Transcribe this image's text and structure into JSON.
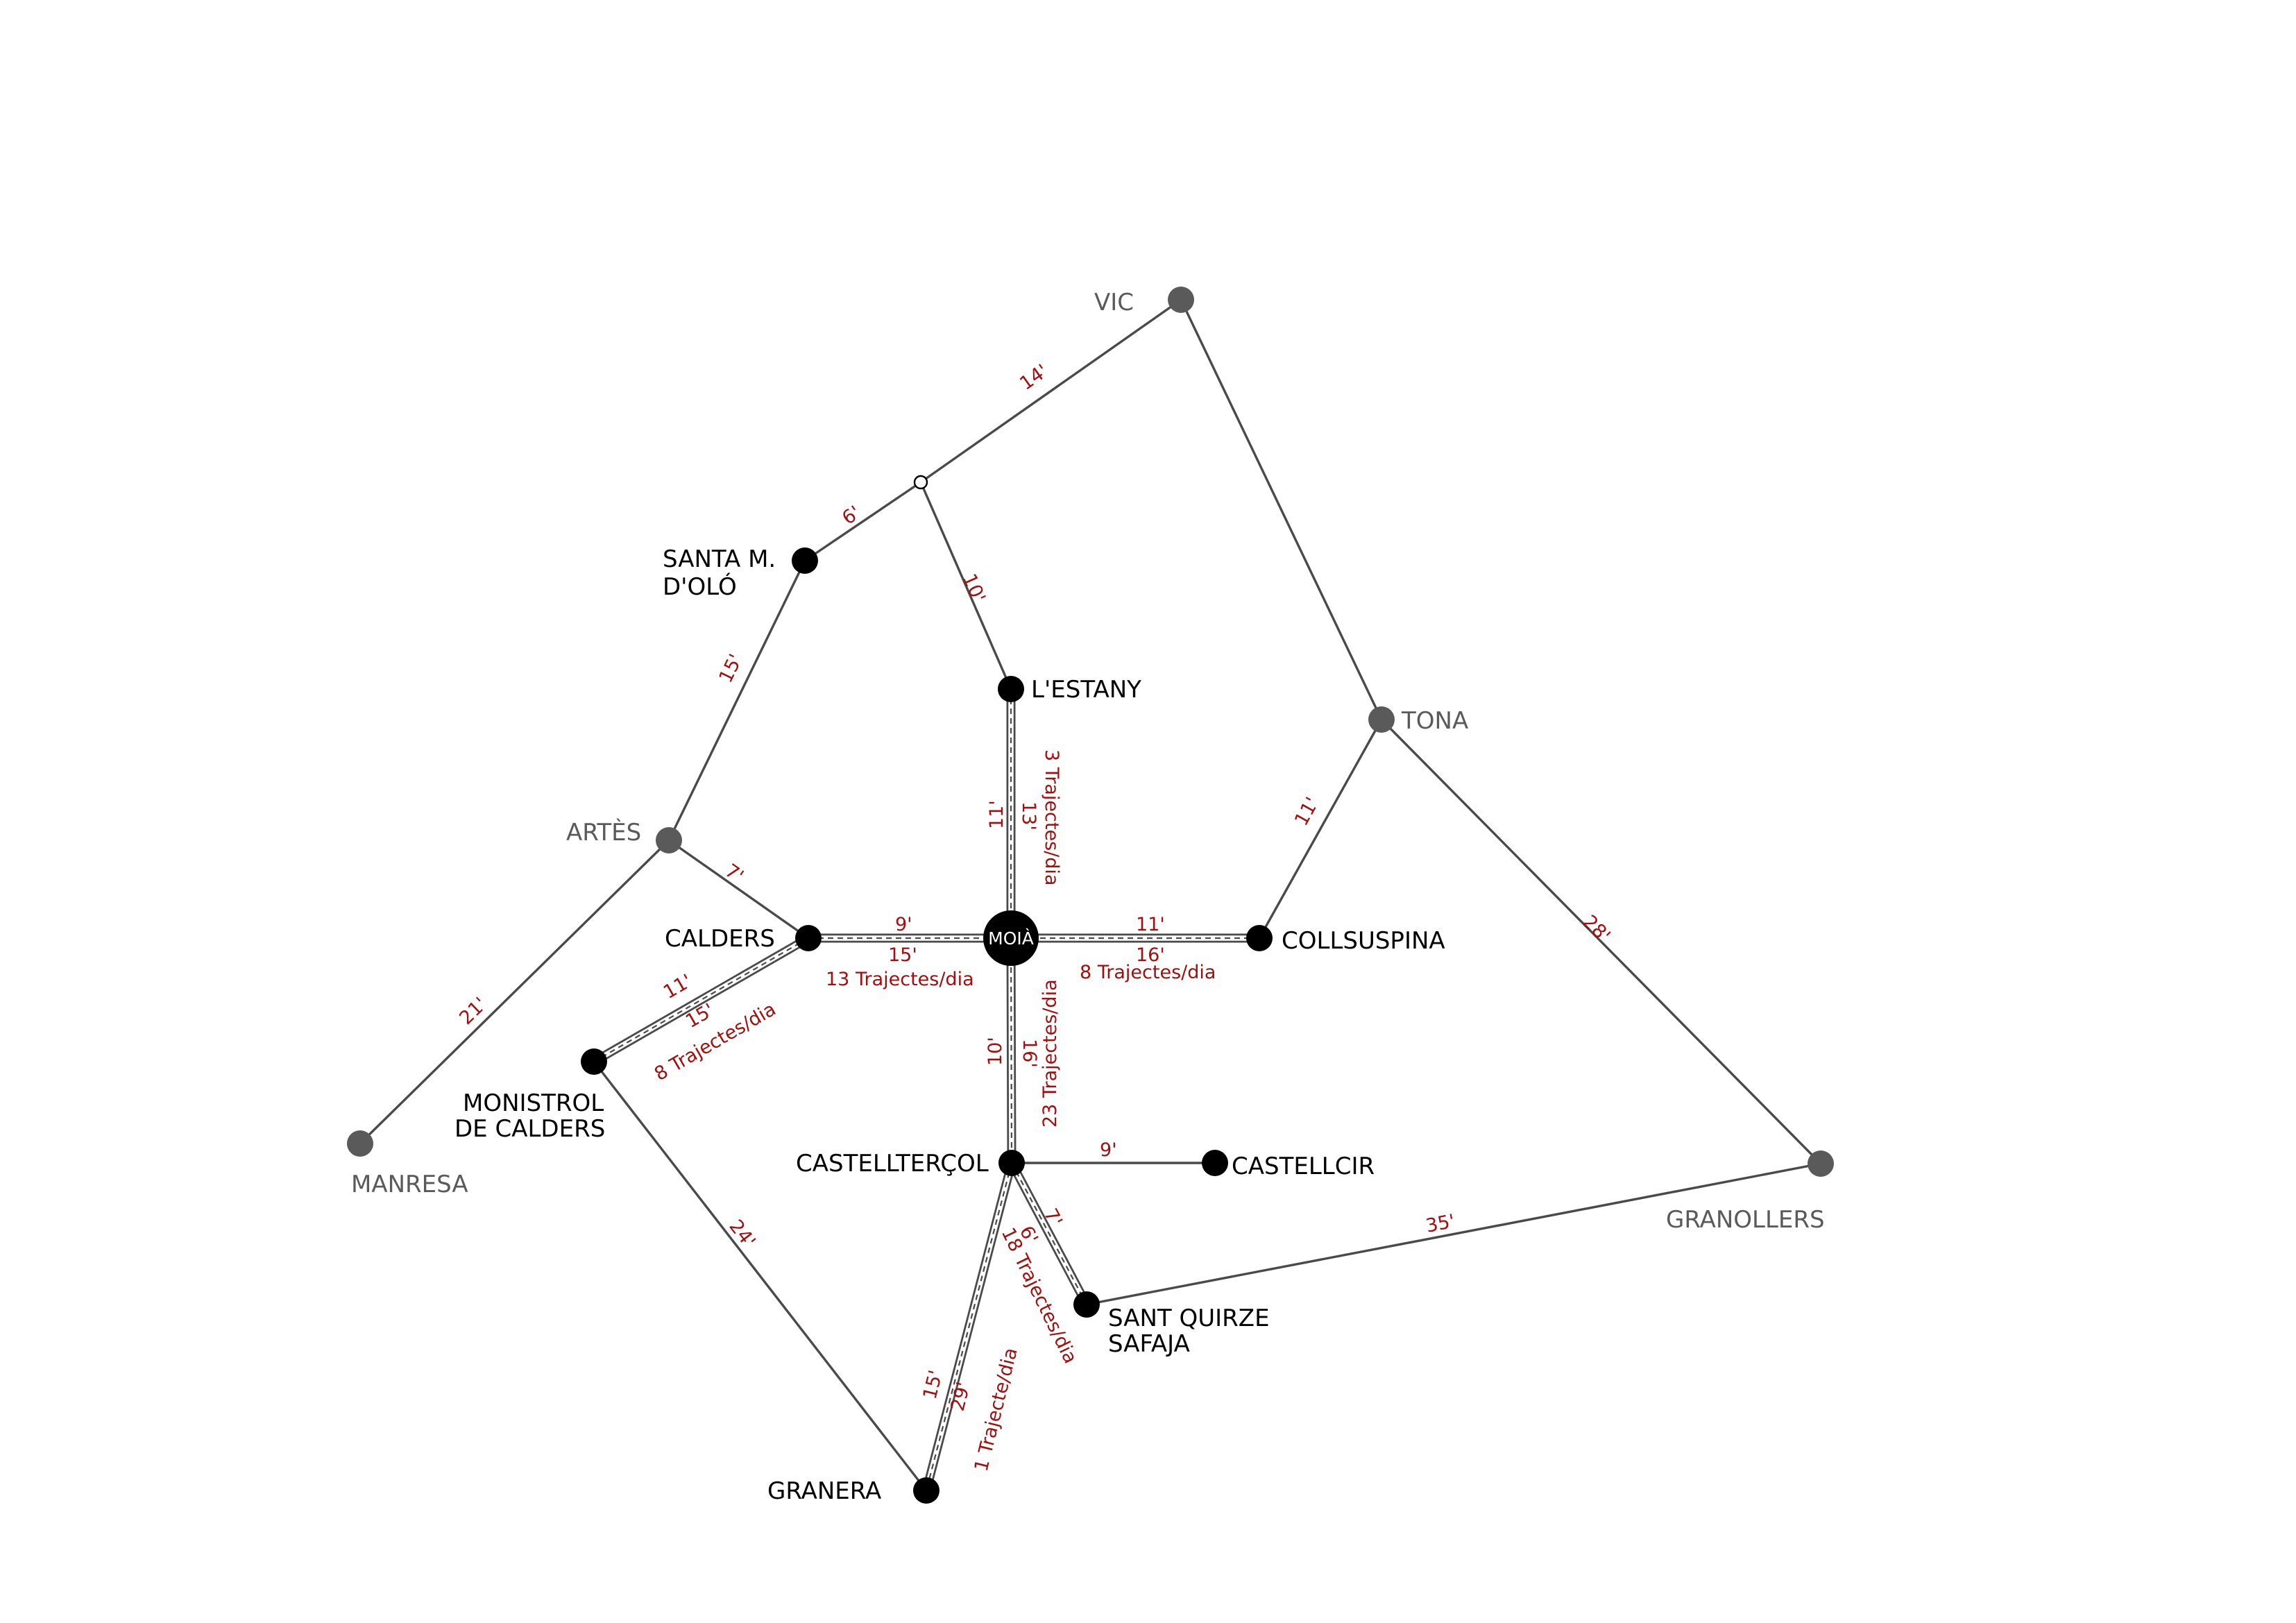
{
  "stations": {
    "vic": "VIC",
    "tona": "TONA",
    "artes": "ARTÈS",
    "manresa": "MANRESA",
    "granollers": "GRANOLLERS",
    "santa_maria_line1": "SANTA M.",
    "santa_maria_line2": "D'OLÓ",
    "lestany": "L'ESTANY",
    "calders": "CALDERS",
    "moia": "MOIÀ",
    "collsuspina": "COLLSUSPINA",
    "monistrol_line1": "MONISTROL",
    "monistrol_line2": "DE CALDERS",
    "castellterol": "CASTELLTERÇOL",
    "castellcir": "CASTELLCIR",
    "sant_quirze_line1": "SANT QUIRZE",
    "sant_quirze_line2": "SAFAJA",
    "granera": "GRANERA"
  },
  "times": {
    "vic_junction": "14'",
    "junction_santa_maria": "6'",
    "junction_lestany": "10'",
    "santa_maria_artes": "15'",
    "artes_calders": "7'",
    "artes_manresa": "21'",
    "vic_tona": "",
    "tona_collsuspina": "11'",
    "tona_granollers": "28'",
    "granollers_sant_quirze": "35'",
    "lestany_moia_road": "11'",
    "lestany_moia_bus": "13'",
    "calders_moia_road": "9'",
    "calders_moia_bus": "15'",
    "moia_collsuspina_road": "11'",
    "moia_collsuspina_bus": "16'",
    "calders_monistrol_road": "11'",
    "calders_monistrol_bus": "15'",
    "monistrol_granera": "24'",
    "moia_castellterol_road": "10'",
    "moia_castellterol_bus": "16'",
    "castellterol_castellcir": "9'",
    "castellterol_sant_quirze_road": "7'",
    "castellterol_sant_quirze_bus": "6'",
    "castellterol_granera_road": "15'",
    "castellterol_granera_bus": "29'"
  },
  "trips": {
    "lestany_moia": "3 Trajectes/dia",
    "calders_moia": "13 Trajectes/dia",
    "moia_collsuspina": "8 Trajectes/dia",
    "calders_monistrol": "8 Trajectes/dia",
    "moia_castellterol": "23 Trajectes/dia",
    "castellterol_sant_quirze": "18 Trajectes/dia",
    "castellterol_granera": "1 Trajecte/dia"
  },
  "colors": {
    "main_station": "#000000",
    "external_city": "#5a5a5a",
    "annotation": "#a01010",
    "line": "#4a4a4a"
  }
}
